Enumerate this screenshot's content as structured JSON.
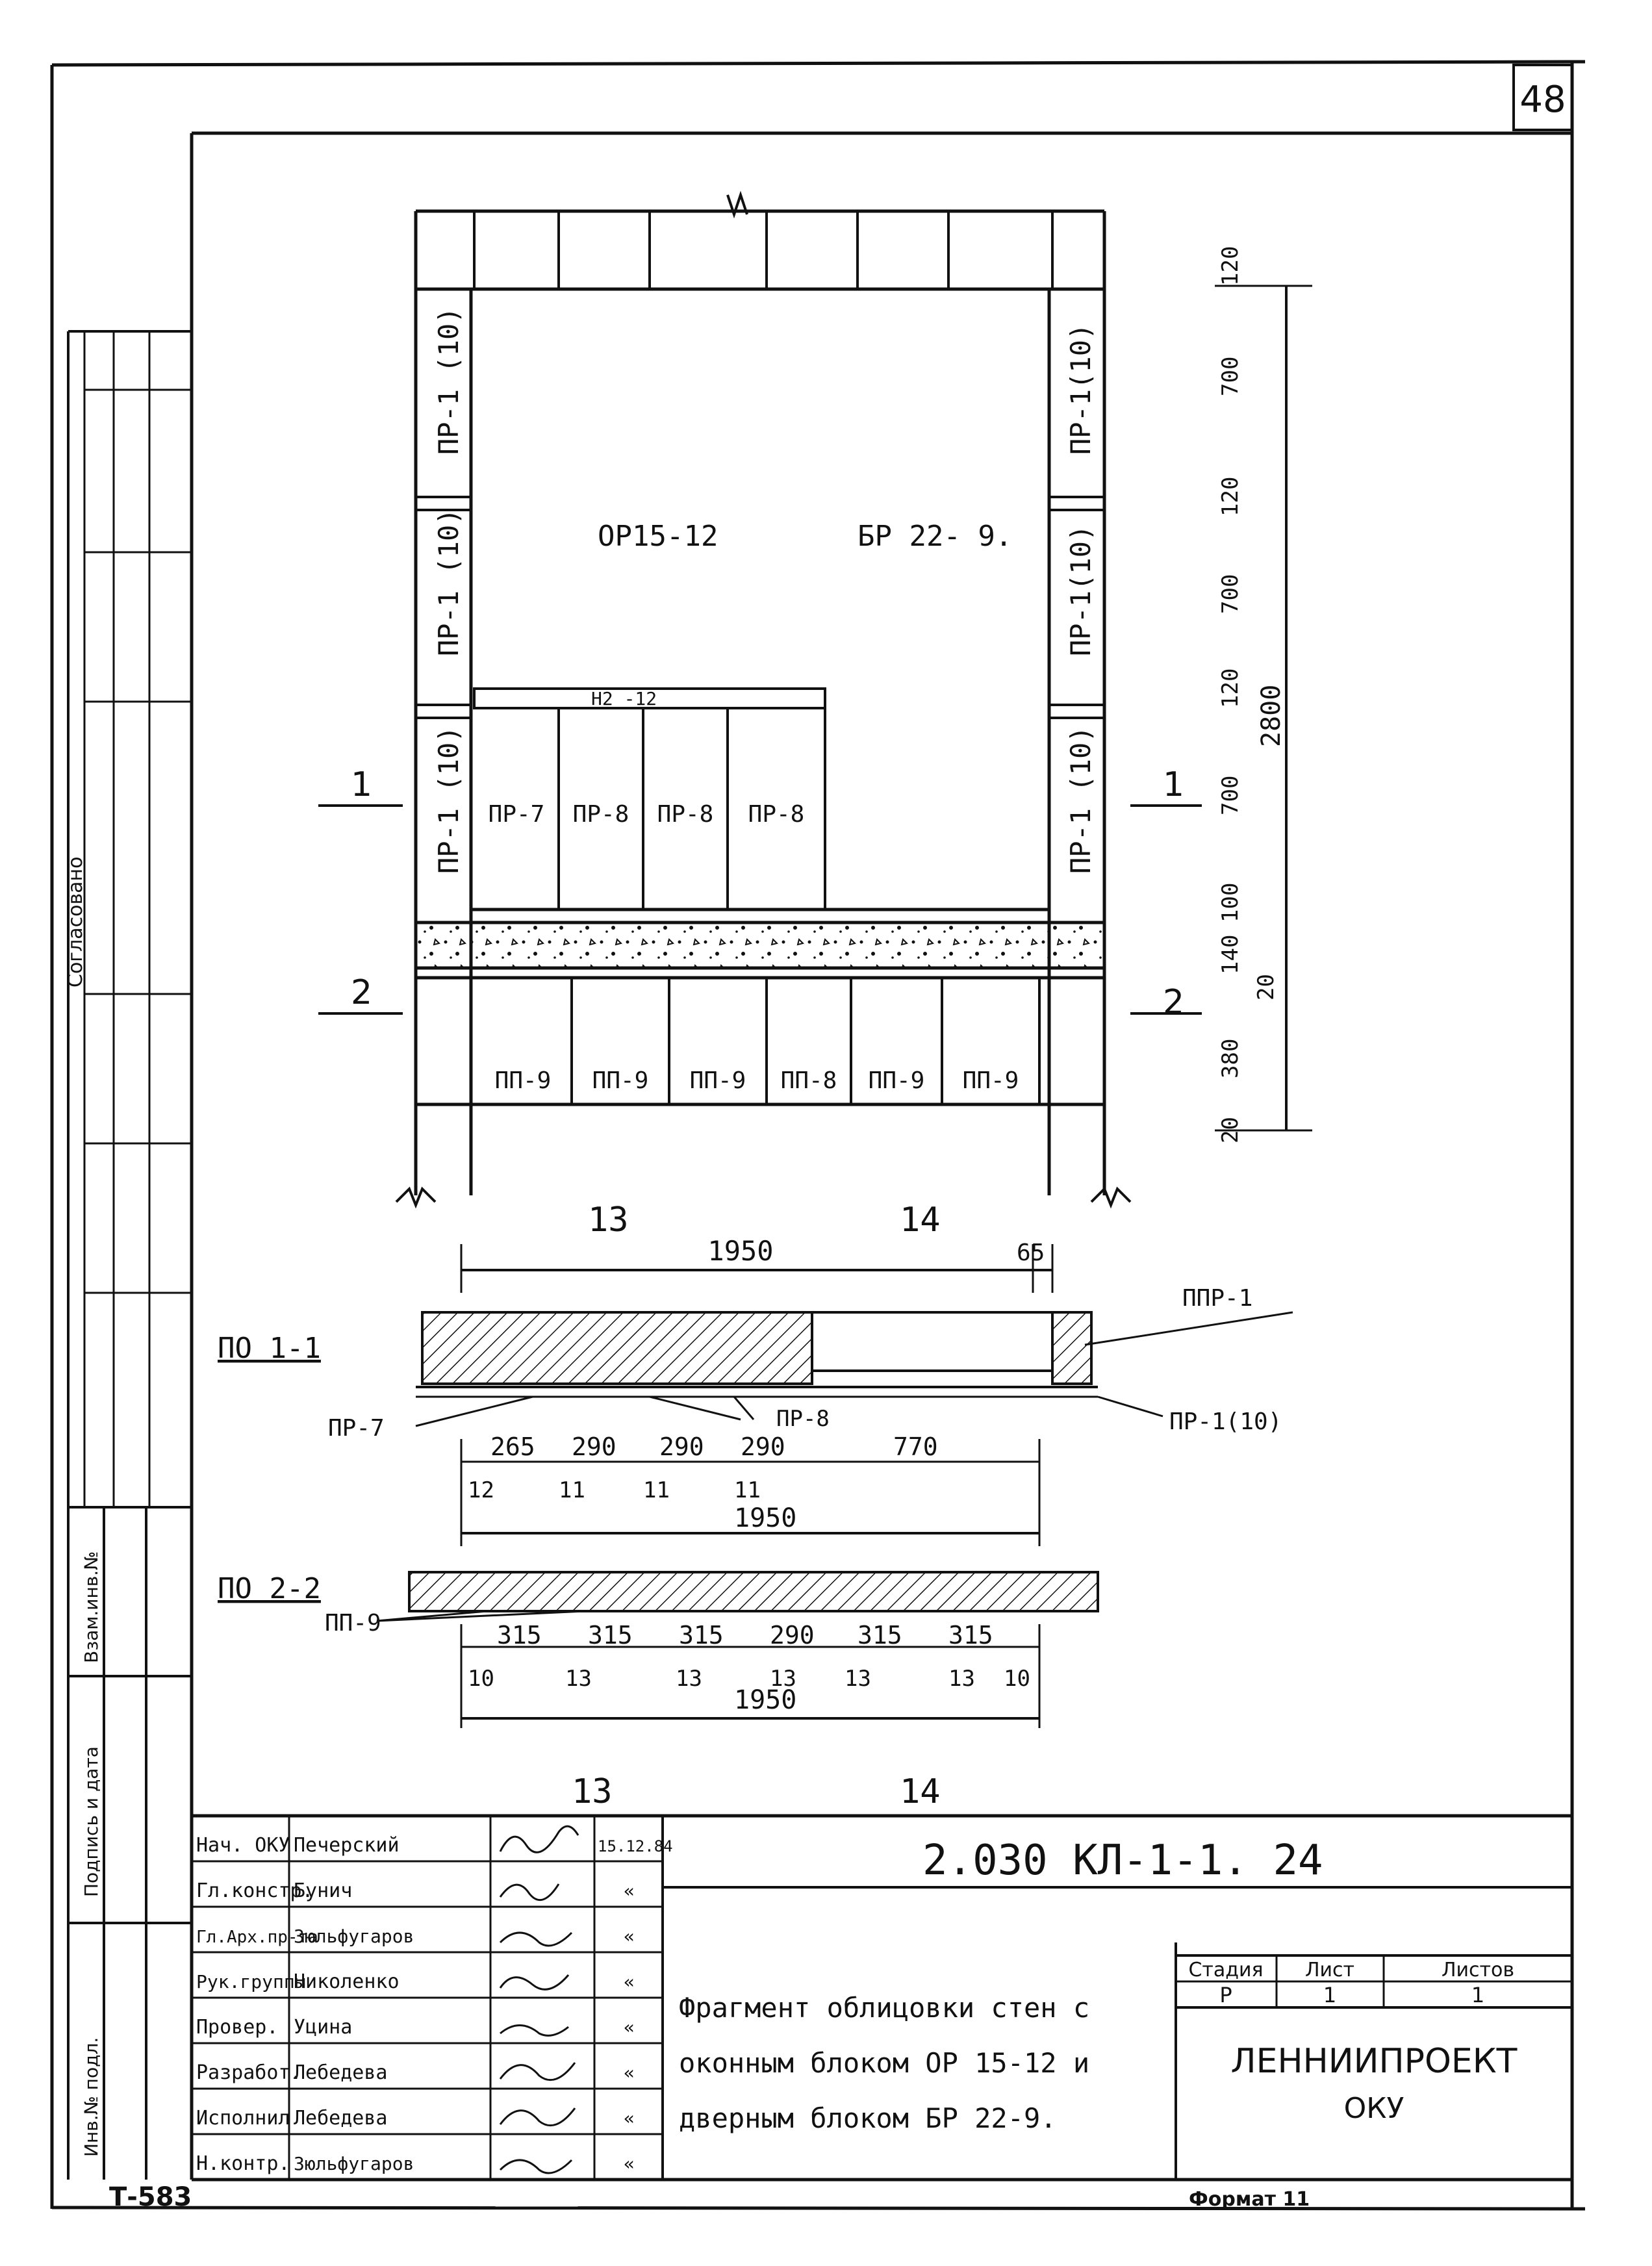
{
  "sheet_number": "48",
  "left_stamp": {
    "agreed_label": "Согласовано",
    "inv_no_orig_label": "Инв.№ подл.",
    "sign_date_label": "Подпись и дата",
    "inv_no_dup_label": "Взам.инв.№"
  },
  "elevation": {
    "window_block": "ОР15-12",
    "door_block": "БР 22- 9.",
    "lintel_label": "Н2 -12",
    "side_panels": [
      "ПР-1 (10)",
      "ПР-1 (10)",
      "ПР-1 (10)",
      "ПР-1(10)",
      "ПР-1(10)",
      "ПР-1 (10)"
    ],
    "upper_panels": [
      "ПР-7",
      "ПР-8",
      "ПР-8",
      "ПР-8"
    ],
    "lower_panels": [
      "ПП-9",
      "ПП-9",
      "ПП-9",
      "ПП-8",
      "ПП-9",
      "ПП-9"
    ],
    "cut_1_left": "1",
    "cut_1_right": "1",
    "cut_2_left": "2",
    "cut_2_right": "2",
    "axis_top_left": "13",
    "axis_top_right": "14",
    "vertical_dims": [
      "120",
      "700",
      "120",
      "700",
      "120",
      "700",
      "100",
      "140",
      "20",
      "380",
      "20"
    ],
    "total_height": "2800"
  },
  "section_1": {
    "title": "ПО 1-1",
    "top_dim": "1950",
    "top_dim_small": "65",
    "label_ppr": "ППР-1",
    "label_pr7": "ПР-7",
    "label_pr8": "ПР-8",
    "label_pr1": "ПР-1(10)",
    "dims_upper": [
      "265",
      "290",
      "290",
      "290",
      "770"
    ],
    "dims_lower": [
      "12",
      "11",
      "11",
      "11"
    ],
    "total": "1950"
  },
  "section_2": {
    "title": "ПО 2-2",
    "label": "ПП-9",
    "dims_upper": [
      "315",
      "315",
      "315",
      "290",
      "315",
      "315"
    ],
    "dims_lower": [
      "10",
      "13",
      "13",
      "13",
      "13",
      "13",
      "10"
    ],
    "total": "1950"
  },
  "axis_bottom_left": "13",
  "axis_bottom_right": "14",
  "title_block": {
    "document_code": "2.030 КЛ-1-1. 24",
    "roles": [
      "Нач. ОКУ",
      "Гл.констр.",
      "Гл.Арх.пр-та",
      "Рук.группы",
      "Провер.",
      "Разработ.",
      "Исполнил",
      "Н.контр."
    ],
    "names": [
      "Печерский",
      "Бунич",
      "Зюльфугаров",
      "Николенко",
      "Уцина",
      "Лебедева",
      "Лебедева",
      "Зюльфугаров"
    ],
    "dates": [
      "15.12.84",
      "«",
      "«",
      "«",
      "«",
      "«",
      "«",
      "«"
    ],
    "title_lines": [
      "Фрагмент облицовки стен с",
      "оконным блоком  ОР 15-12 и",
      "дверным блоком  БР 22-9."
    ],
    "stage_header": "Стадия",
    "sheet_header": "Лист",
    "sheets_header": "Листов",
    "stage": "Р",
    "sheet": "1",
    "sheets": "1",
    "organization": "ЛЕННИИПРОЕКТ",
    "department": "ОКУ"
  },
  "format_label": "Формат 11",
  "archive_code": "Т-583"
}
